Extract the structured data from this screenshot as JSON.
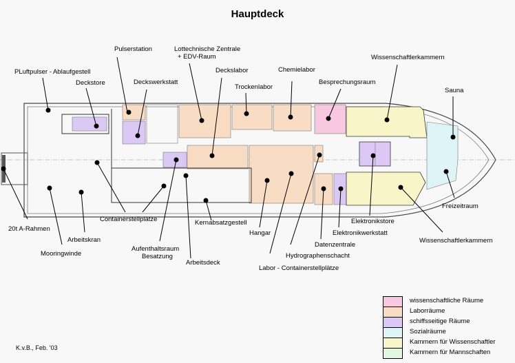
{
  "title": "Hauptdeck",
  "credit": "K.v.B., Feb. '03",
  "colors": {
    "wissenschaftlich": "#f7c8e0",
    "labor": "#f8dcc4",
    "schiffsseitig": "#dcc8f4",
    "sozial": "#dff4f6",
    "kammern_wiss": "#f8f6c8",
    "kammern_mann": "#dff6df"
  },
  "labels": {
    "pulserstation": "Pulserstation",
    "lottechnische_1": "Lottechnische Zentrale",
    "lottechnische_2": "+ EDV-Raum",
    "deckslabor": "Deckslabor",
    "chemielabor": "Chemielabor",
    "wiss_kammern_top": "Wissenschaftlerkammern",
    "pluftpulser": "PLuftpulser - Ablaufgestell",
    "deckstore": "Deckstore",
    "deckswerkstatt": "Deckswerkstatt",
    "trockenlabor": "Trockenlabor",
    "besprechungsraum": "Besprechungsraum",
    "sauna": "Sauna",
    "freizeitraum": "Freizeitraum",
    "a_rahmen": "20t A-Rahmen",
    "containerstellplaetze": "Containerstellplätze",
    "kernabsatzgestell": "Kernabsatzgestell",
    "arbeitskran": "Arbeitskran",
    "mooringwinde": "Mooringwinde",
    "aufenthalt_1": "Aufenthaltsraum",
    "aufenthalt_2": "Besatzung",
    "arbeitsdeck": "Arbeitsdeck",
    "hangar": "Hangar",
    "elektronikstore": "Elektronikstore",
    "elektronikwerkstatt": "Elektronikwerkstatt",
    "datenzentrale": "Datenzentrale",
    "hydrographenschacht": "Hydrographenschacht",
    "labor_container": "Labor - Containerstellplätze",
    "wiss_kammern_bottom": "Wissenschaftlerkammern"
  },
  "legend": [
    {
      "label": "wissenschaftliche Räume",
      "color": "#f7c8e0"
    },
    {
      "label": "Laborräume",
      "color": "#f8dcc4"
    },
    {
      "label": "schiffsseitige Räume",
      "color": "#dcc8f4"
    },
    {
      "label": "Sozialräume",
      "color": "#dff4f6"
    },
    {
      "label": "Kammern für Wissenschaftler",
      "color": "#f8f6c8"
    },
    {
      "label": "Kammern für Mannschaften",
      "color": "#dff6df"
    }
  ]
}
